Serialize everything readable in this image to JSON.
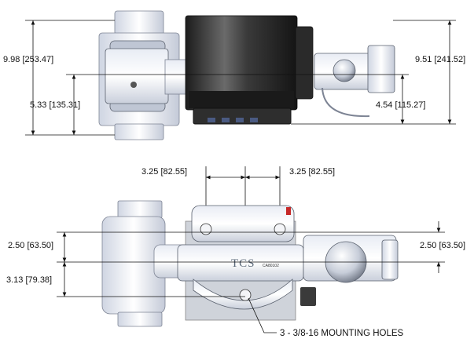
{
  "top_view": {
    "dims": {
      "overall_height_left": "9.98 [253.47]",
      "centerline_left": "5.33 [135.31]",
      "overall_height_right": "9.51 [241.52]",
      "centerline_right": "4.54 [115.27]"
    }
  },
  "bottom_view": {
    "dims": {
      "spacing_left": "3.25 [82.55]",
      "spacing_right": "3.25 [82.55]",
      "offset_left": "2.50 [63.50]",
      "offset_right": "2.50 [63.50]",
      "offset_lower": "3.13 [79.38]"
    },
    "logo": "TCS",
    "part_label": "CA80102",
    "note": "3 - 3/8-16 MOUNTING HOLES"
  },
  "colors": {
    "steel": "#dfe4ee",
    "motor": "#2c2c2c",
    "line": "#111111"
  }
}
